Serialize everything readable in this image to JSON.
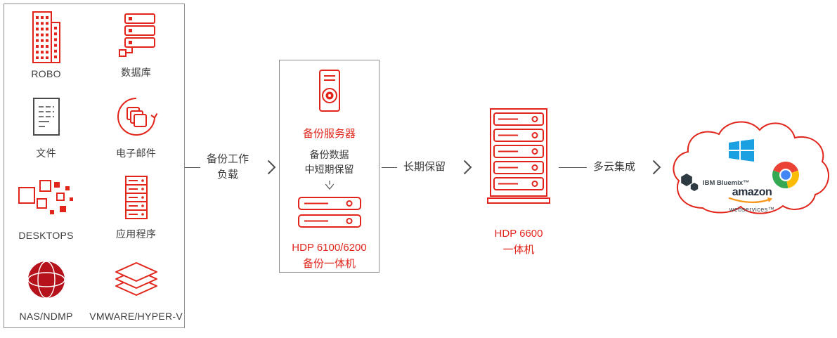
{
  "colors": {
    "brand_red": "#e1251b",
    "globe_red": "#b5121b",
    "text_dark": "#3c3c3c",
    "line_gray": "#4d4d4d",
    "ms_blue": "#1ba1e2",
    "aws_orange": "#f7981d",
    "google_red": "#ea4335",
    "google_green": "#34a853",
    "google_yellow": "#fbbc05",
    "google_blue": "#4285f4"
  },
  "icons": [
    "building-icon",
    "database-icon",
    "document-icon",
    "email-sync-icon",
    "desktops-icon",
    "app-server-icon",
    "globe-icon",
    "hypervisor-layers-icon",
    "tower-server-icon",
    "rack-2u-icon",
    "rack-5u-icon",
    "arrow-right-icon",
    "arrow-down-icon",
    "cloud-icon",
    "ibm-bluemix-logo",
    "microsoft-logo",
    "google-cloud-logo",
    "aws-logo"
  ],
  "sources": {
    "items": [
      {
        "label": "ROBO"
      },
      {
        "label": "数据库"
      },
      {
        "label": "文件"
      },
      {
        "label": "电子邮件"
      },
      {
        "label": "DESKTOPS"
      },
      {
        "label": "应用程序"
      },
      {
        "label": "NAS/NDMP"
      },
      {
        "label": "VMWARE/HYPER-V"
      }
    ]
  },
  "arrows": {
    "workload": {
      "line1": "备份工作",
      "line2": "负载"
    },
    "long_term": {
      "label": "长期保留"
    },
    "multicloud": {
      "label": "多云集成"
    }
  },
  "backup_box": {
    "server_label": "备份服务器",
    "data_line1": "备份数据",
    "data_line2": "中短期保留",
    "appliance_line1": "HDP 6100/6200",
    "appliance_line2": "备份一体机"
  },
  "hdp6600": {
    "line1": "HDP 6600",
    "line2": "一体机"
  },
  "cloud": {
    "ibm_label": "IBM Bluemix™",
    "amazon_label": "amazon",
    "amazon_sub": "webservices™"
  }
}
